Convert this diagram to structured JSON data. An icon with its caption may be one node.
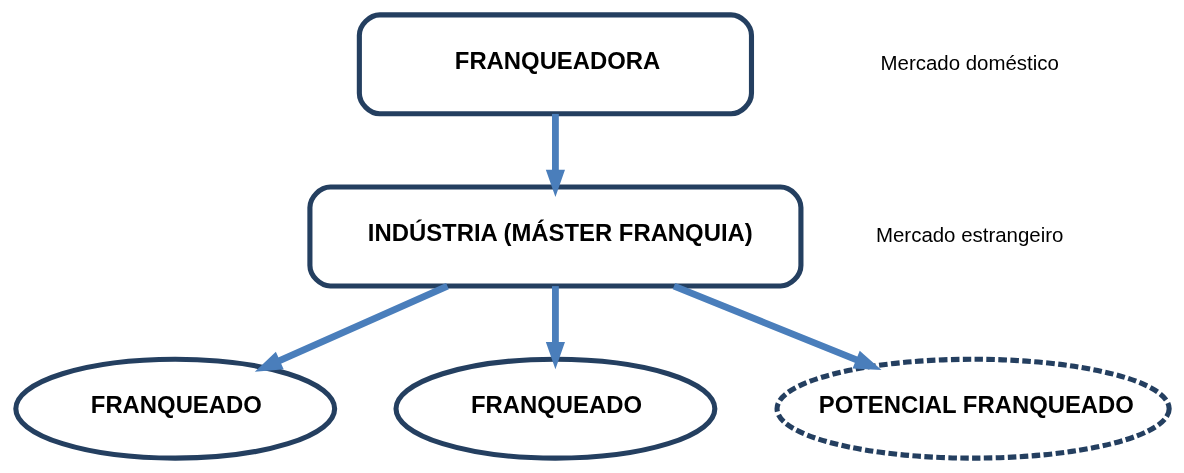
{
  "diagram": {
    "nodes": [
      {
        "text": [
          "FRANQUEADORA"
        ]
      },
      {
        "text": [
          "INDÚSTRIA (MÁSTER FRANQUIA)"
        ]
      },
      {
        "text": [
          "FRANQUEADO"
        ]
      },
      {
        "text": [
          "FRANQUEADO"
        ]
      },
      {
        "text": [
          "POTENCIAL FRANQUEADO"
        ]
      }
    ],
    "edges": [
      {
        "from": 0,
        "to": 1,
        "arrow": "to"
      },
      {
        "from": 1,
        "to": 2,
        "arrow": "to"
      },
      {
        "from": 1,
        "to": 3,
        "arrow": "to"
      },
      {
        "from": 1,
        "to": 4,
        "arrow": "to"
      }
    ],
    "labels": [
      "Mercado doméstico",
      "Mercado estrangeiro"
    ]
  }
}
